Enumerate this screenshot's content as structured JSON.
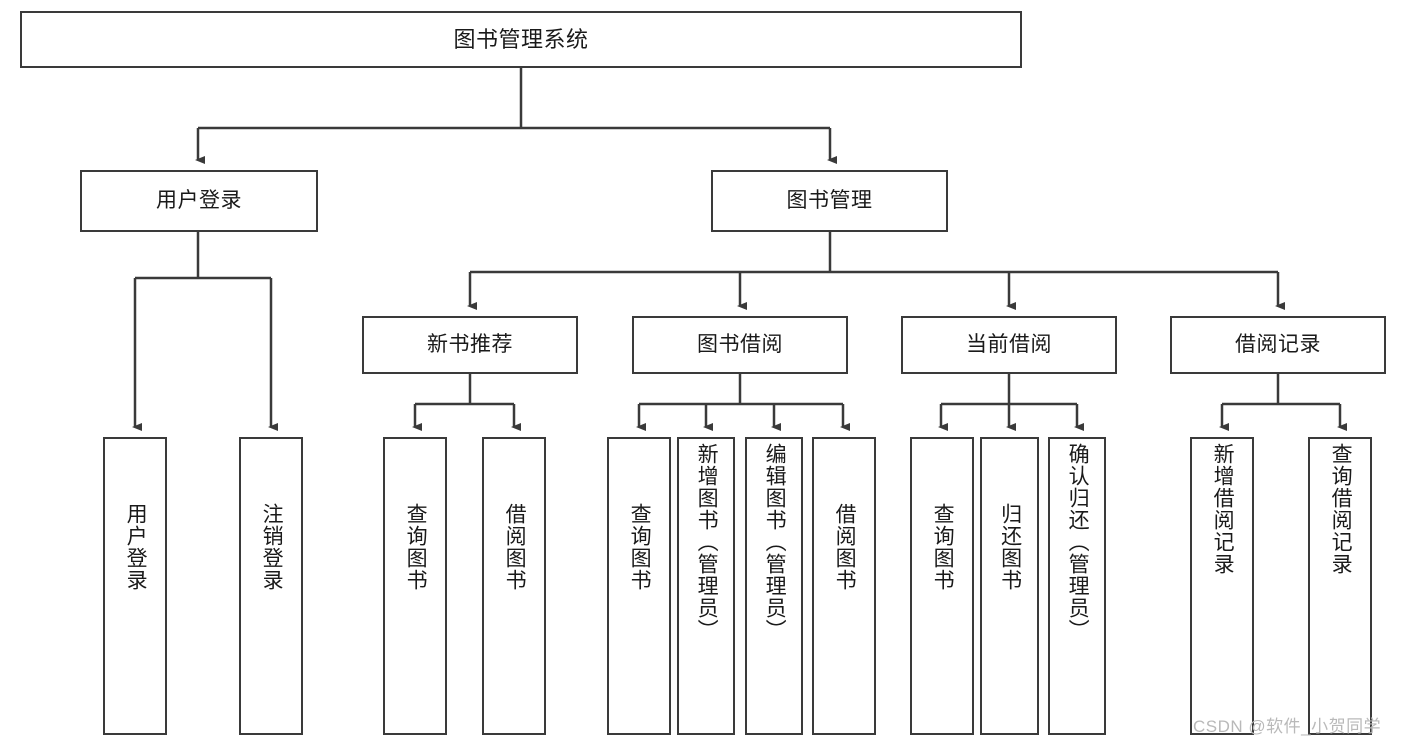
{
  "diagram": {
    "type": "tree-hierarchy",
    "title": "图书管理系统",
    "root": {
      "id": "root",
      "label": "图书管理系统"
    },
    "level2": [
      {
        "id": "user-login",
        "label": "用户登录"
      },
      {
        "id": "book-manage",
        "label": "图书管理"
      }
    ],
    "level3": [
      {
        "id": "new-book-recommend",
        "label": "新书推荐",
        "parent": "book-manage"
      },
      {
        "id": "book-borrow",
        "label": "图书借阅",
        "parent": "book-manage"
      },
      {
        "id": "current-borrow",
        "label": "当前借阅",
        "parent": "book-manage"
      },
      {
        "id": "borrow-record",
        "label": "借阅记录",
        "parent": "book-manage"
      }
    ],
    "leaves": {
      "user_login": [
        {
          "id": "leaf-user-login",
          "label": "用户登录"
        },
        {
          "id": "leaf-logout",
          "label": "注销登录"
        }
      ],
      "new_book_recommend": [
        {
          "id": "leaf-query-book-1",
          "label": "查询图书"
        },
        {
          "id": "leaf-borrow-book-1",
          "label": "借阅图书"
        }
      ],
      "book_borrow": [
        {
          "id": "leaf-query-book-2",
          "label": "查询图书"
        },
        {
          "id": "leaf-add-book",
          "label": "新增图书（管理员）"
        },
        {
          "id": "leaf-edit-book",
          "label": "编辑图书（管理员）"
        },
        {
          "id": "leaf-borrow-book-2",
          "label": "借阅图书"
        }
      ],
      "current_borrow": [
        {
          "id": "leaf-query-book-3",
          "label": "查询图书"
        },
        {
          "id": "leaf-return-book",
          "label": "归还图书"
        },
        {
          "id": "leaf-confirm-return",
          "label": "确认归还（管理员）"
        }
      ],
      "borrow_record": [
        {
          "id": "leaf-add-record",
          "label": "新增借阅记录"
        },
        {
          "id": "leaf-query-record",
          "label": "查询借阅记录"
        }
      ]
    }
  },
  "watermark": {
    "text": "CSDN @软件_小贺同学"
  },
  "colors": {
    "border": "#3a3a3a",
    "background": "#ffffff",
    "text": "#1a1a1a",
    "watermark": "#b9b9b9"
  }
}
